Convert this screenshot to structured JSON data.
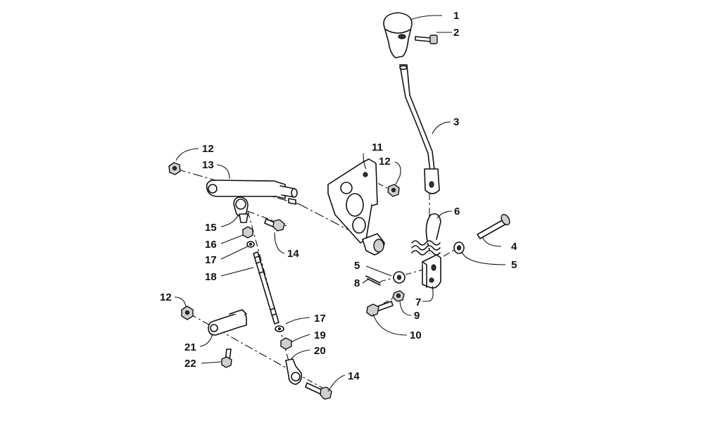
{
  "diagram": {
    "callouts": [
      {
        "id": "c1",
        "label": "1"
      },
      {
        "id": "c2",
        "label": "2"
      },
      {
        "id": "c3",
        "label": "3"
      },
      {
        "id": "c4",
        "label": "4"
      },
      {
        "id": "c5a",
        "label": "5"
      },
      {
        "id": "c5b",
        "label": "5"
      },
      {
        "id": "c6",
        "label": "6"
      },
      {
        "id": "c7",
        "label": "7"
      },
      {
        "id": "c8",
        "label": "8"
      },
      {
        "id": "c9",
        "label": "9"
      },
      {
        "id": "c10",
        "label": "10"
      },
      {
        "id": "c11",
        "label": "11"
      },
      {
        "id": "c12a",
        "label": "12"
      },
      {
        "id": "c12b",
        "label": "12"
      },
      {
        "id": "c12c",
        "label": "12"
      },
      {
        "id": "c13",
        "label": "13"
      },
      {
        "id": "c14a",
        "label": "14"
      },
      {
        "id": "c14b",
        "label": "14"
      },
      {
        "id": "c15",
        "label": "15"
      },
      {
        "id": "c16",
        "label": "16"
      },
      {
        "id": "c17a",
        "label": "17"
      },
      {
        "id": "c17b",
        "label": "17"
      },
      {
        "id": "c18",
        "label": "18"
      },
      {
        "id": "c19",
        "label": "19"
      },
      {
        "id": "c20",
        "label": "20"
      },
      {
        "id": "c21",
        "label": "21"
      },
      {
        "id": "c22",
        "label": "22"
      }
    ]
  }
}
